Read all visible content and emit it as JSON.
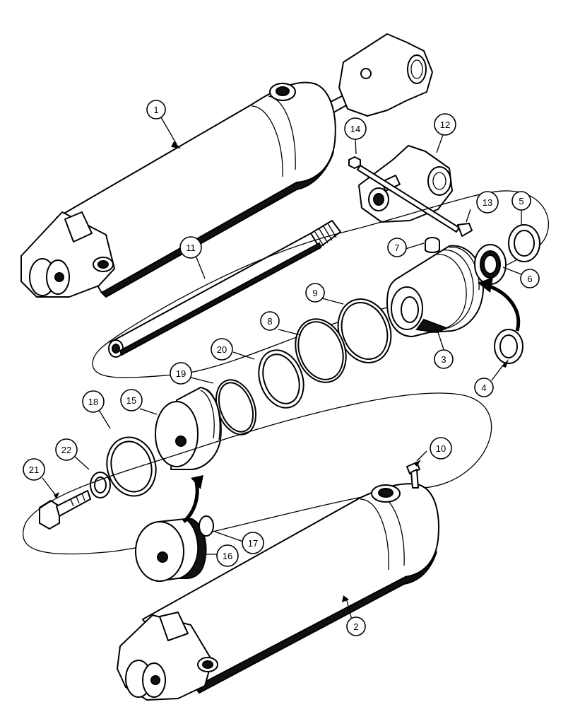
{
  "diagram": {
    "callouts": [
      {
        "id": "callout-1",
        "label": "1"
      },
      {
        "id": "callout-2",
        "label": "2"
      },
      {
        "id": "callout-3",
        "label": "3"
      },
      {
        "id": "callout-4",
        "label": "4"
      },
      {
        "id": "callout-5",
        "label": "5"
      },
      {
        "id": "callout-6",
        "label": "6"
      },
      {
        "id": "callout-7",
        "label": "7"
      },
      {
        "id": "callout-8",
        "label": "8"
      },
      {
        "id": "callout-9",
        "label": "9"
      },
      {
        "id": "callout-10",
        "label": "10"
      },
      {
        "id": "callout-11",
        "label": "11"
      },
      {
        "id": "callout-12",
        "label": "12"
      },
      {
        "id": "callout-13",
        "label": "13"
      },
      {
        "id": "callout-14",
        "label": "14"
      },
      {
        "id": "callout-15",
        "label": "15"
      },
      {
        "id": "callout-16",
        "label": "16"
      },
      {
        "id": "callout-17",
        "label": "17"
      },
      {
        "id": "callout-18",
        "label": "18"
      },
      {
        "id": "callout-19",
        "label": "19"
      },
      {
        "id": "callout-20",
        "label": "20"
      },
      {
        "id": "callout-21",
        "label": "21"
      },
      {
        "id": "callout-22",
        "label": "22"
      }
    ]
  }
}
